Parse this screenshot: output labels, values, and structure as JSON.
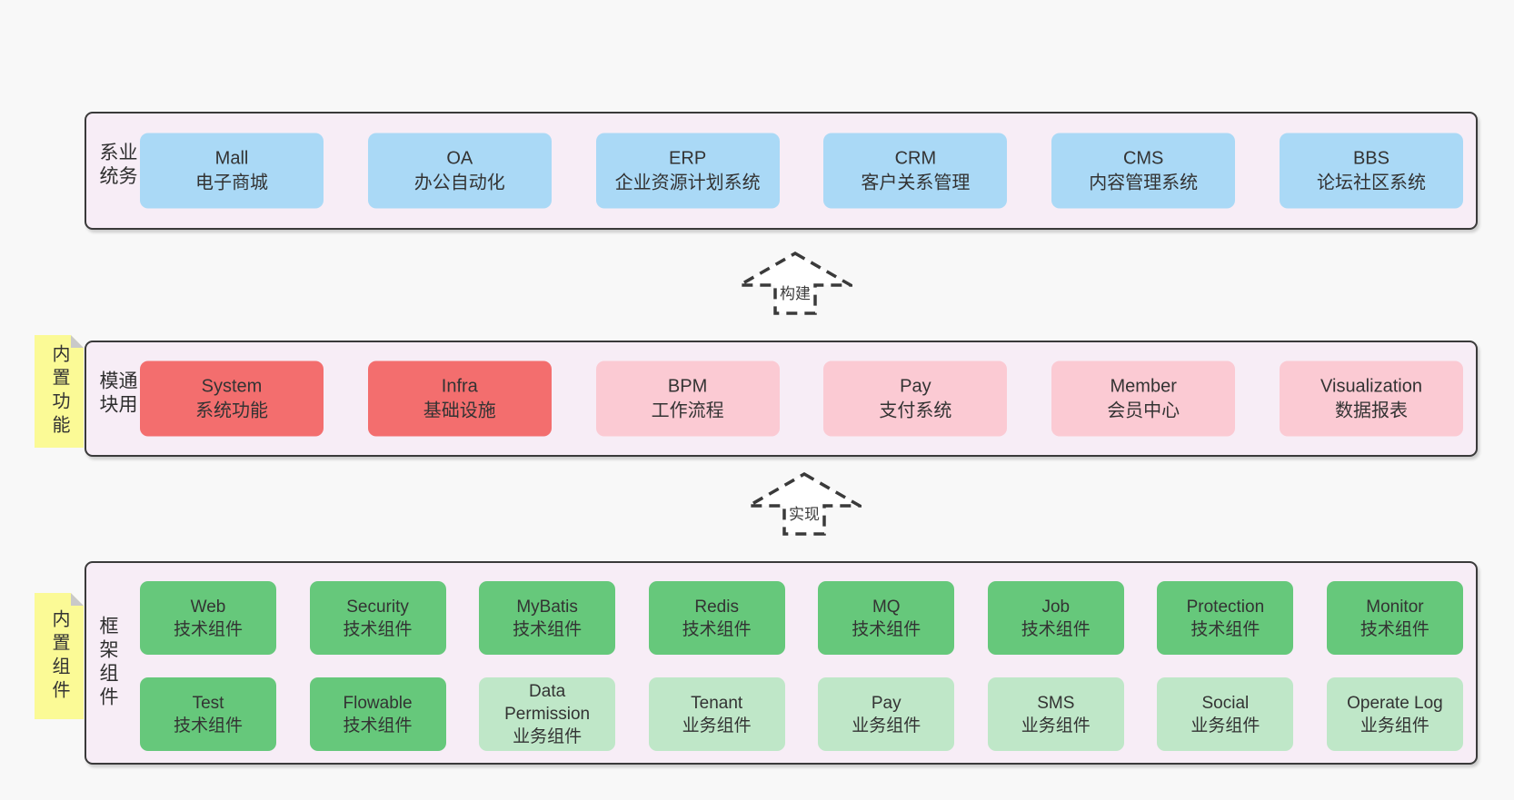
{
  "colors": {
    "page_bg": "#f8f8f8",
    "band_bg": "#f7edf6",
    "band_border": "#3a3a3a",
    "blue_box": "#aad9f6",
    "red_box": "#f36e6e",
    "pink_box": "#fbcad3",
    "green_box": "#66c87b",
    "light_green_box": "#bfe7c8",
    "sticky_bg": "#fbfa96",
    "sticky_fold": "#c9c9c9",
    "text": "#333333"
  },
  "bands": [
    {
      "label": "业务系统",
      "boxes": [
        {
          "title": "Mall",
          "subtitle": "电子商城"
        },
        {
          "title": "OA",
          "subtitle": "办公自动化"
        },
        {
          "title": "ERP",
          "subtitle": "企业资源计划系统"
        },
        {
          "title": "CRM",
          "subtitle": "客户关系管理"
        },
        {
          "title": "CMS",
          "subtitle": "内容管理系统"
        },
        {
          "title": "BBS",
          "subtitle": "论坛社区系统"
        }
      ]
    },
    {
      "label": "通用模块",
      "sticky": "内置功能",
      "boxes": [
        {
          "title": "System",
          "subtitle": "系统功能"
        },
        {
          "title": "Infra",
          "subtitle": "基础设施"
        },
        {
          "title": "BPM",
          "subtitle": "工作流程"
        },
        {
          "title": "Pay",
          "subtitle": "支付系统"
        },
        {
          "title": "Member",
          "subtitle": "会员中心"
        },
        {
          "title": "Visualization",
          "subtitle": "数据报表"
        }
      ]
    },
    {
      "label": "框架组件",
      "sticky": "内置组件",
      "rows": [
        [
          {
            "title": "Web",
            "subtitle": "技术组件"
          },
          {
            "title": "Security",
            "subtitle": "技术组件"
          },
          {
            "title": "MyBatis",
            "subtitle": "技术组件"
          },
          {
            "title": "Redis",
            "subtitle": "技术组件"
          },
          {
            "title": "MQ",
            "subtitle": "技术组件"
          },
          {
            "title": "Job",
            "subtitle": "技术组件"
          },
          {
            "title": "Protection",
            "subtitle": "技术组件"
          },
          {
            "title": "Monitor",
            "subtitle": "技术组件"
          }
        ],
        [
          {
            "title": "Test",
            "subtitle": "技术组件"
          },
          {
            "title": "Flowable",
            "subtitle": "技术组件"
          },
          {
            "title": "Data Permission",
            "subtitle": "业务组件"
          },
          {
            "title": "Tenant",
            "subtitle": "业务组件"
          },
          {
            "title": "Pay",
            "subtitle": "业务组件"
          },
          {
            "title": "SMS",
            "subtitle": "业务组件"
          },
          {
            "title": "Social",
            "subtitle": "业务组件"
          },
          {
            "title": "Operate Log",
            "subtitle": "业务组件"
          }
        ]
      ]
    }
  ],
  "arrows": [
    {
      "label": "构建"
    },
    {
      "label": "实现"
    }
  ]
}
